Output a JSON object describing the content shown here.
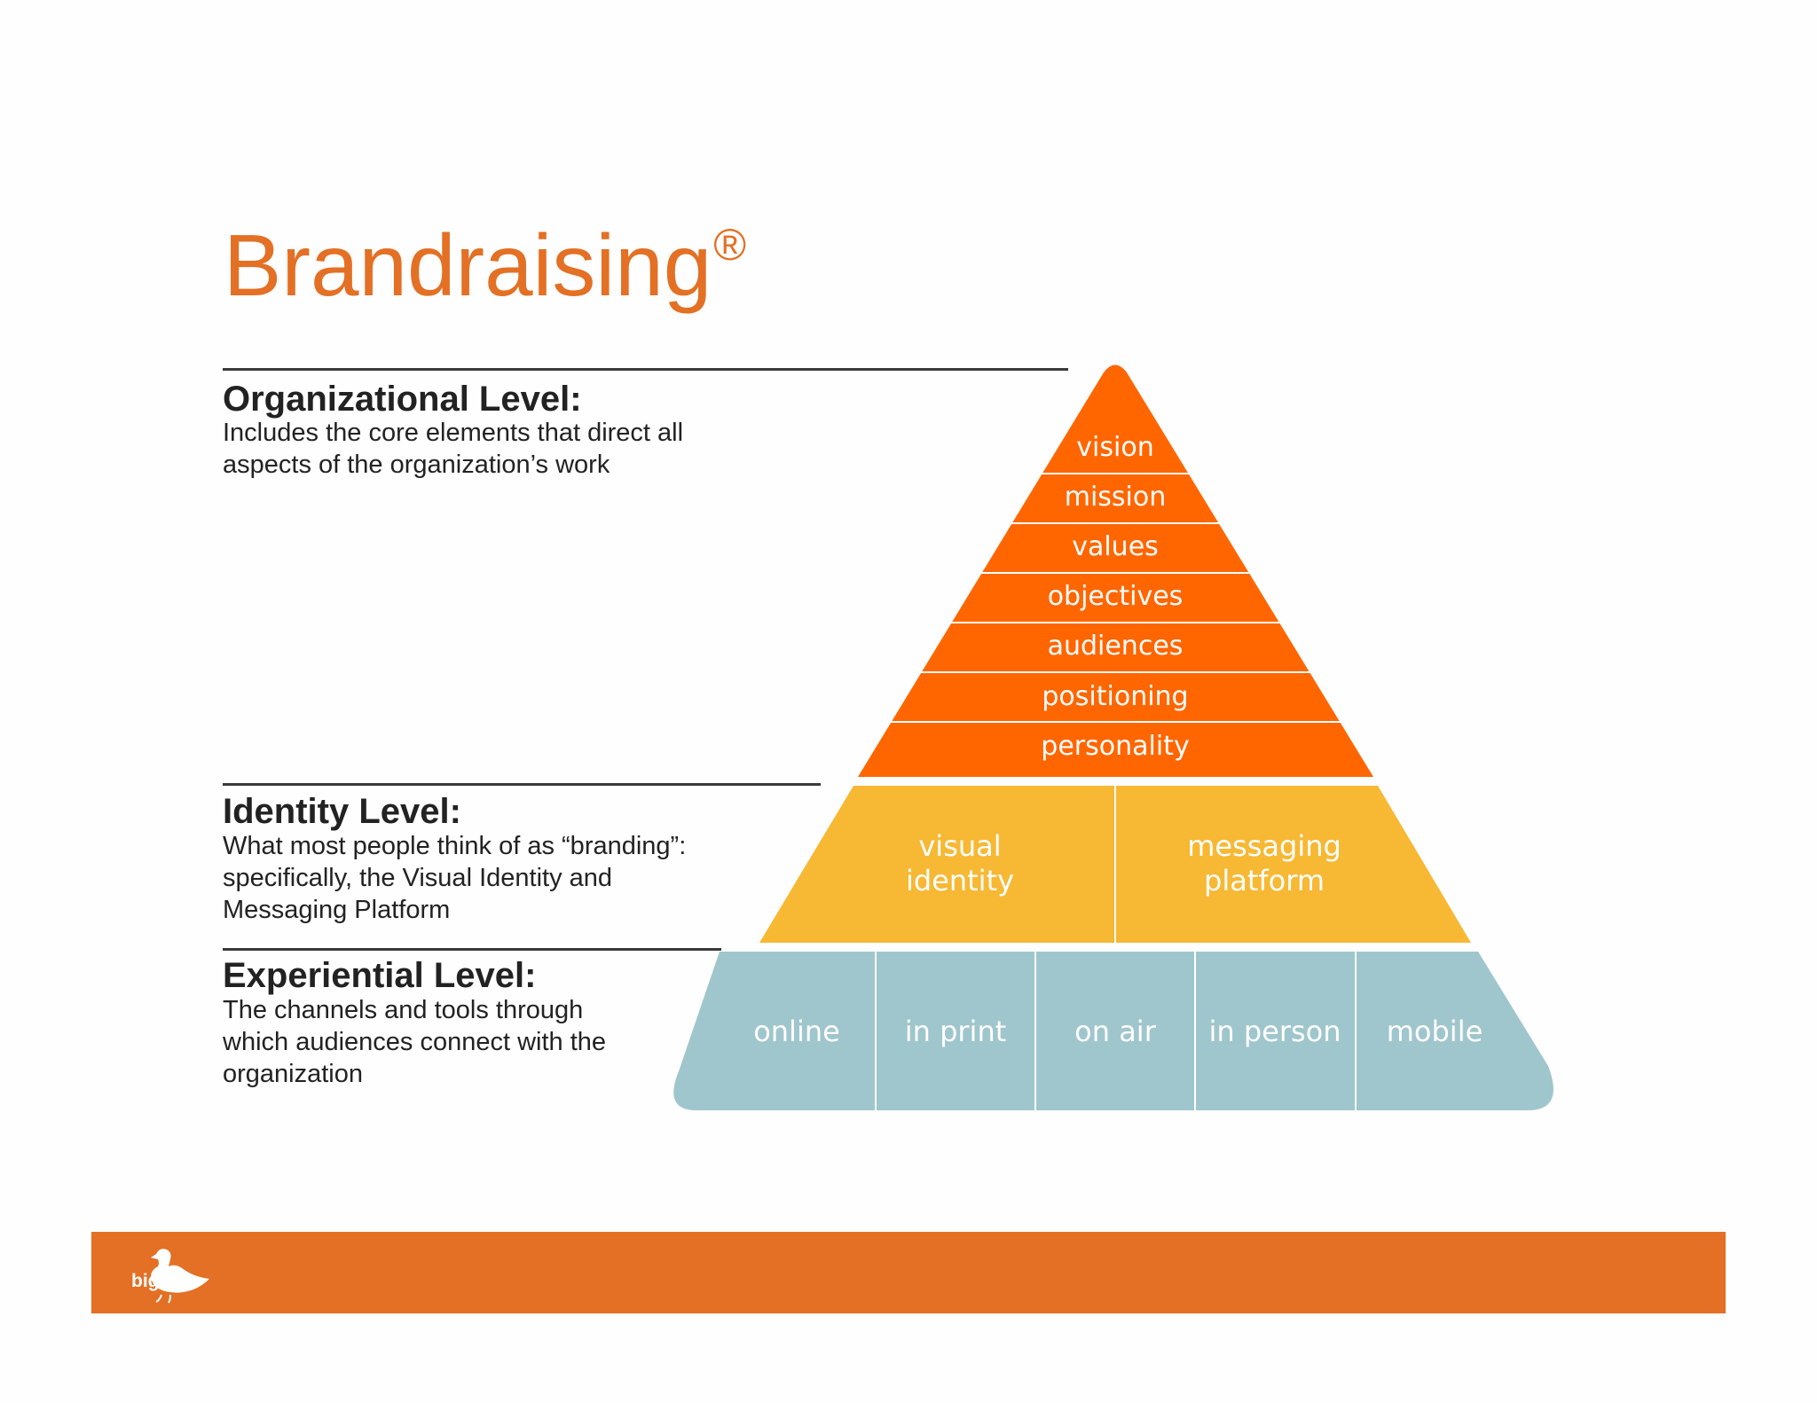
{
  "title": {
    "text": "Brandraising",
    "mark": "®"
  },
  "levels": [
    {
      "heading": "Organizational Level:",
      "description": "Includes the core elements that direct all\naspects of the organization’s work"
    },
    {
      "heading": "Identity Level:",
      "description": "What most people think of as “branding”:\nspecifically, the Visual Identity and\nMessaging Platform"
    },
    {
      "heading": "Experiential Level:",
      "description": "The channels and tools through\nwhich audiences connect with the\norganization"
    }
  ],
  "pyramid": {
    "organizational": [
      "vision",
      "mission",
      "values",
      "objectives",
      "audiences",
      "positioning",
      "personality"
    ],
    "identity": [
      {
        "line1": "visual",
        "line2": "identity"
      },
      {
        "line1": "messaging",
        "line2": "platform"
      }
    ],
    "experiential": [
      "online",
      "in print",
      "on air",
      "in person",
      "mobile"
    ]
  },
  "colors": {
    "title": "#e37024",
    "organizational": "#ff6600",
    "identity": "#f7b834",
    "experiential": "#9fc6cc",
    "footer": "#e37024"
  },
  "footer": {
    "logo_text": "big",
    "logo_icon": "duck-icon"
  }
}
